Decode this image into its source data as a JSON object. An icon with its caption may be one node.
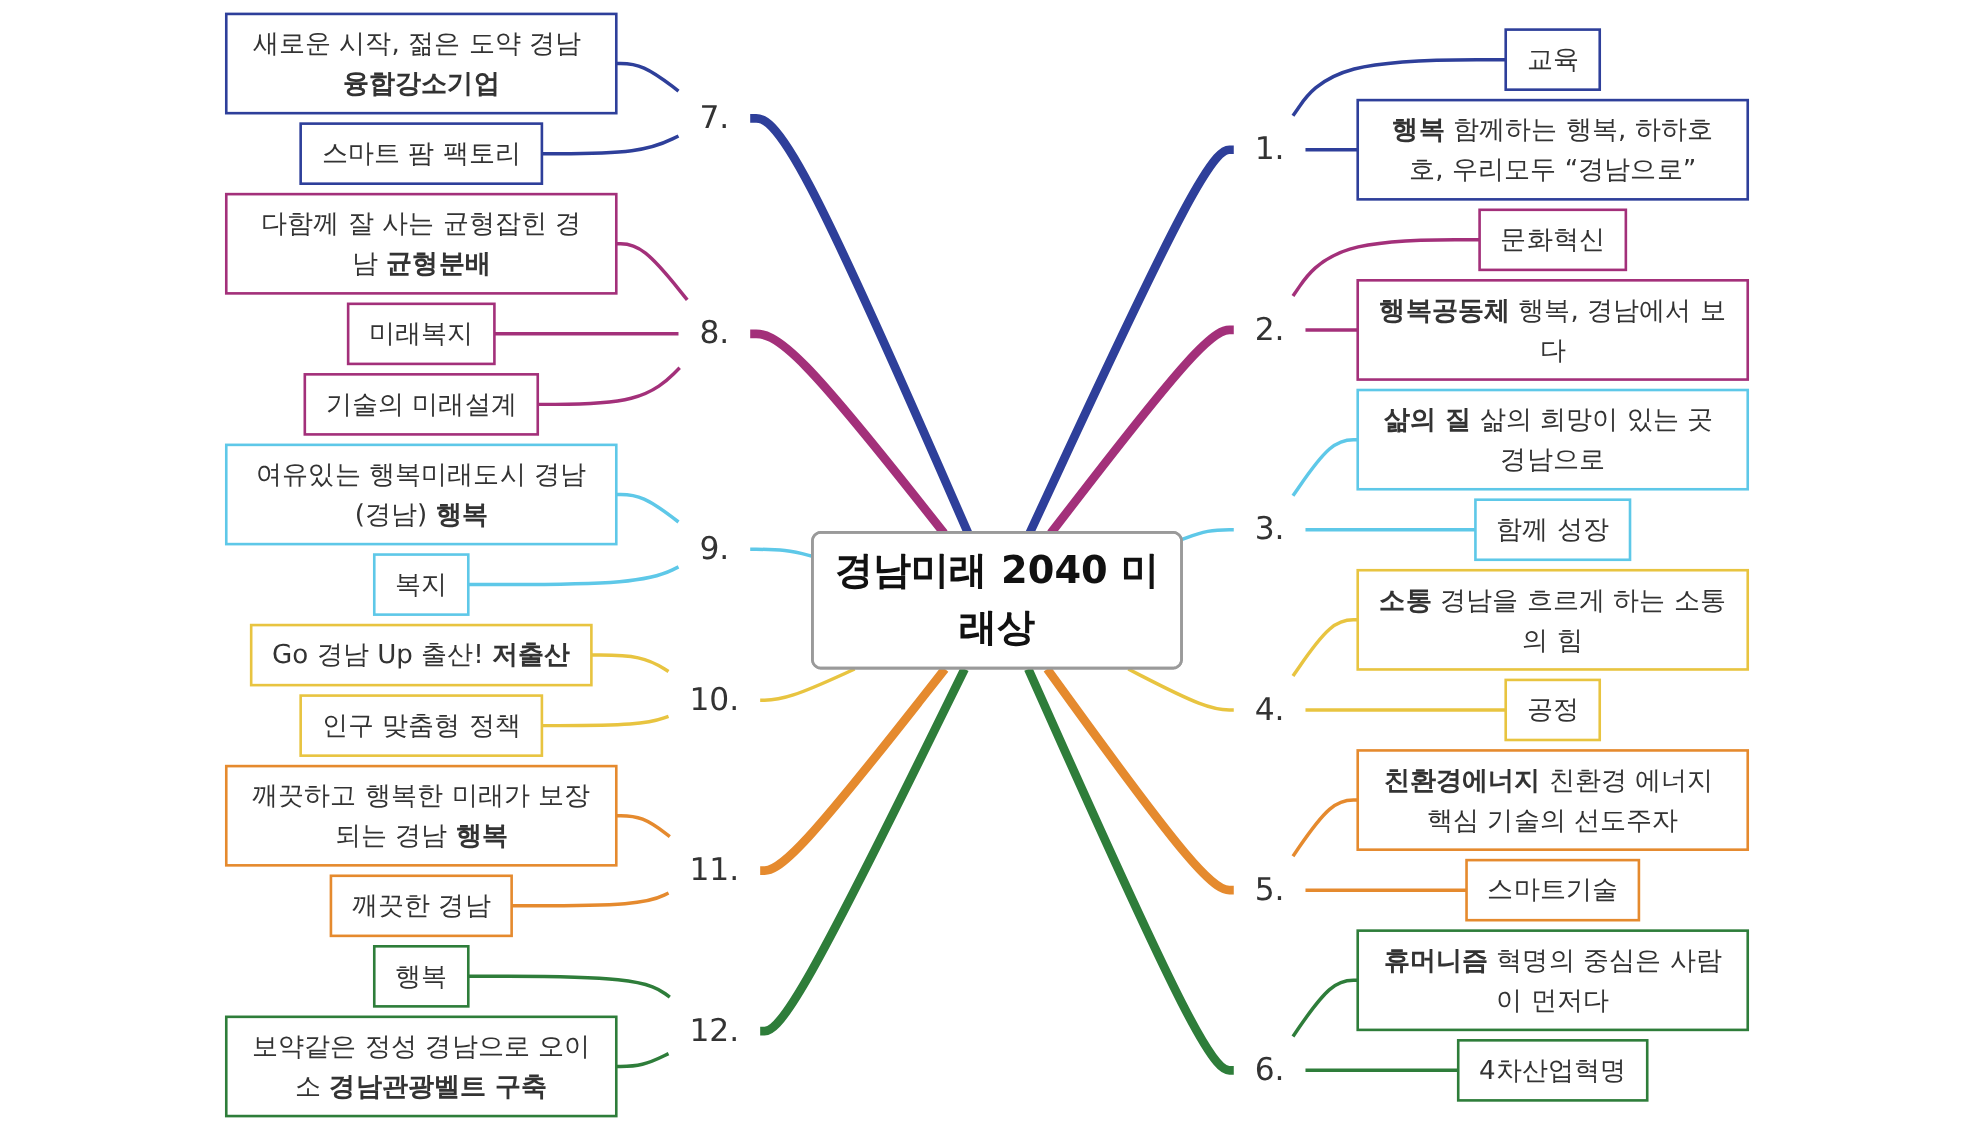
{
  "diagram": {
    "nodes": [
      {
        "text": [
          "경남미래 2040 미래상"
        ]
      },
      {
        "text": [
          "1."
        ]
      },
      {
        "text": [
          "교육"
        ]
      },
      {
        "text": [
          "**행복** 함께하는 행복, 하하호호, 우리모두 “경남으로”"
        ]
      },
      {
        "text": [
          "2."
        ]
      },
      {
        "text": [
          "문화혁신"
        ]
      },
      {
        "text": [
          "**행복공동체** 행복, 경남에서 보다"
        ]
      },
      {
        "text": [
          "3."
        ]
      },
      {
        "text": [
          "**삶의 질** 삶의 희망이 있는 곳 경남으로"
        ]
      },
      {
        "text": [
          "함께 성장"
        ]
      },
      {
        "text": [
          "4."
        ]
      },
      {
        "text": [
          "**소통** 경남을 흐르게 하는 소통의 힘"
        ]
      },
      {
        "text": [
          "공정"
        ]
      },
      {
        "text": [
          "5."
        ]
      },
      {
        "text": [
          "**친환경에너지** 친환경 에너지 핵심 기술의 선도주자"
        ]
      },
      {
        "text": [
          "스마트기술"
        ]
      },
      {
        "text": [
          "6."
        ]
      },
      {
        "text": [
          "**휴머니즘** 혁명의 중심은 사람이 먼저다"
        ]
      },
      {
        "text": [
          "4차산업혁명"
        ]
      },
      {
        "text": [
          "7."
        ]
      },
      {
        "text": [
          "새로운 시작, 젊은 도약 경남 **융합강소기업**"
        ]
      },
      {
        "text": [
          "스마트 팜 팩토리"
        ]
      },
      {
        "text": [
          "8."
        ]
      },
      {
        "text": [
          "다함께 잘 사는 균형잡힌 경남 **균형분배**"
        ]
      },
      {
        "text": [
          "미래복지"
        ]
      },
      {
        "text": [
          "기술의 미래설계"
        ]
      },
      {
        "text": [
          "9."
        ]
      },
      {
        "text": [
          "여유있는 행복미래도시 경남(경남) **행복**"
        ]
      },
      {
        "text": [
          "복지"
        ]
      },
      {
        "text": [
          "10."
        ]
      },
      {
        "text": [
          "Go 경남 Up 출산! **저출산**"
        ]
      },
      {
        "text": [
          "인구 맞춤형 정책"
        ]
      },
      {
        "text": [
          "11."
        ]
      },
      {
        "text": [
          "깨끗하고 행복한 미래가 보장되는 경남 **행복**"
        ]
      },
      {
        "text": [
          "깨끗한 경남"
        ]
      },
      {
        "text": [
          "12."
        ]
      },
      {
        "text": [
          "행복"
        ]
      },
      {
        "text": [
          "보약같은 정성 경남으로 오이소 **경남관광벨트 구축**"
        ]
      }
    ],
    "edges": [
      {
        "from": 0,
        "to": 1,
        "arrow": "none",
        "style": "thick",
        "color": "#2e3f9a"
      },
      {
        "from": 1,
        "to": 2,
        "arrow": "none",
        "color": "#2e3f9a"
      },
      {
        "from": 1,
        "to": 3,
        "arrow": "none",
        "color": "#2e3f9a"
      },
      {
        "from": 0,
        "to": 4,
        "arrow": "none",
        "style": "thick",
        "color": "#a3307a"
      },
      {
        "from": 4,
        "to": 5,
        "arrow": "none",
        "color": "#a3307a"
      },
      {
        "from": 4,
        "to": 6,
        "arrow": "none",
        "color": "#a3307a"
      },
      {
        "from": 0,
        "to": 7,
        "arrow": "none",
        "color": "#5ec8e8"
      },
      {
        "from": 7,
        "to": 8,
        "arrow": "none",
        "color": "#5ec8e8"
      },
      {
        "from": 7,
        "to": 9,
        "arrow": "none",
        "color": "#5ec8e8"
      },
      {
        "from": 0,
        "to": 10,
        "arrow": "none",
        "color": "#e8c440"
      },
      {
        "from": 10,
        "to": 11,
        "arrow": "none",
        "color": "#e8c440"
      },
      {
        "from": 10,
        "to": 12,
        "arrow": "none",
        "color": "#e8c440"
      },
      {
        "from": 0,
        "to": 13,
        "arrow": "none",
        "style": "thick",
        "color": "#e58a2e"
      },
      {
        "from": 13,
        "to": 14,
        "arrow": "none",
        "color": "#e58a2e"
      },
      {
        "from": 13,
        "to": 15,
        "arrow": "none",
        "color": "#e58a2e"
      },
      {
        "from": 0,
        "to": 16,
        "arrow": "none",
        "style": "thick",
        "color": "#2e7d3a"
      },
      {
        "from": 16,
        "to": 17,
        "arrow": "none",
        "color": "#2e7d3a"
      },
      {
        "from": 16,
        "to": 18,
        "arrow": "none",
        "color": "#2e7d3a"
      },
      {
        "from": 19,
        "to": 0,
        "arrow": "none",
        "style": "thick",
        "color": "#2e3f9a"
      },
      {
        "from": 20,
        "to": 19,
        "arrow": "none",
        "color": "#2e3f9a"
      },
      {
        "from": 21,
        "to": 19,
        "arrow": "none",
        "color": "#2e3f9a"
      },
      {
        "from": 22,
        "to": 0,
        "arrow": "none",
        "style": "thick",
        "color": "#a3307a"
      },
      {
        "from": 23,
        "to": 22,
        "arrow": "none",
        "color": "#a3307a"
      },
      {
        "from": 24,
        "to": 22,
        "arrow": "none",
        "color": "#a3307a"
      },
      {
        "from": 25,
        "to": 22,
        "arrow": "none",
        "color": "#a3307a"
      },
      {
        "from": 26,
        "to": 0,
        "arrow": "none",
        "color": "#5ec8e8"
      },
      {
        "from": 27,
        "to": 26,
        "arrow": "none",
        "color": "#5ec8e8"
      },
      {
        "from": 28,
        "to": 26,
        "arrow": "none",
        "color": "#5ec8e8"
      },
      {
        "from": 29,
        "to": 0,
        "arrow": "none",
        "color": "#e8c440"
      },
      {
        "from": 30,
        "to": 29,
        "arrow": "none",
        "color": "#e8c440"
      },
      {
        "from": 31,
        "to": 29,
        "arrow": "none",
        "color": "#e8c440"
      },
      {
        "from": 32,
        "to": 0,
        "arrow": "none",
        "style": "thick",
        "color": "#e58a2e"
      },
      {
        "from": 33,
        "to": 32,
        "arrow": "none",
        "color": "#e58a2e"
      },
      {
        "from": 34,
        "to": 32,
        "arrow": "none",
        "color": "#e58a2e"
      },
      {
        "from": 35,
        "to": 0,
        "arrow": "none",
        "style": "thick",
        "color": "#2e7d3a"
      },
      {
        "from": 36,
        "to": 35,
        "arrow": "none",
        "color": "#2e7d3a"
      },
      {
        "from": 37,
        "to": 35,
        "arrow": "none",
        "color": "#2e7d3a"
      }
    ]
  }
}
